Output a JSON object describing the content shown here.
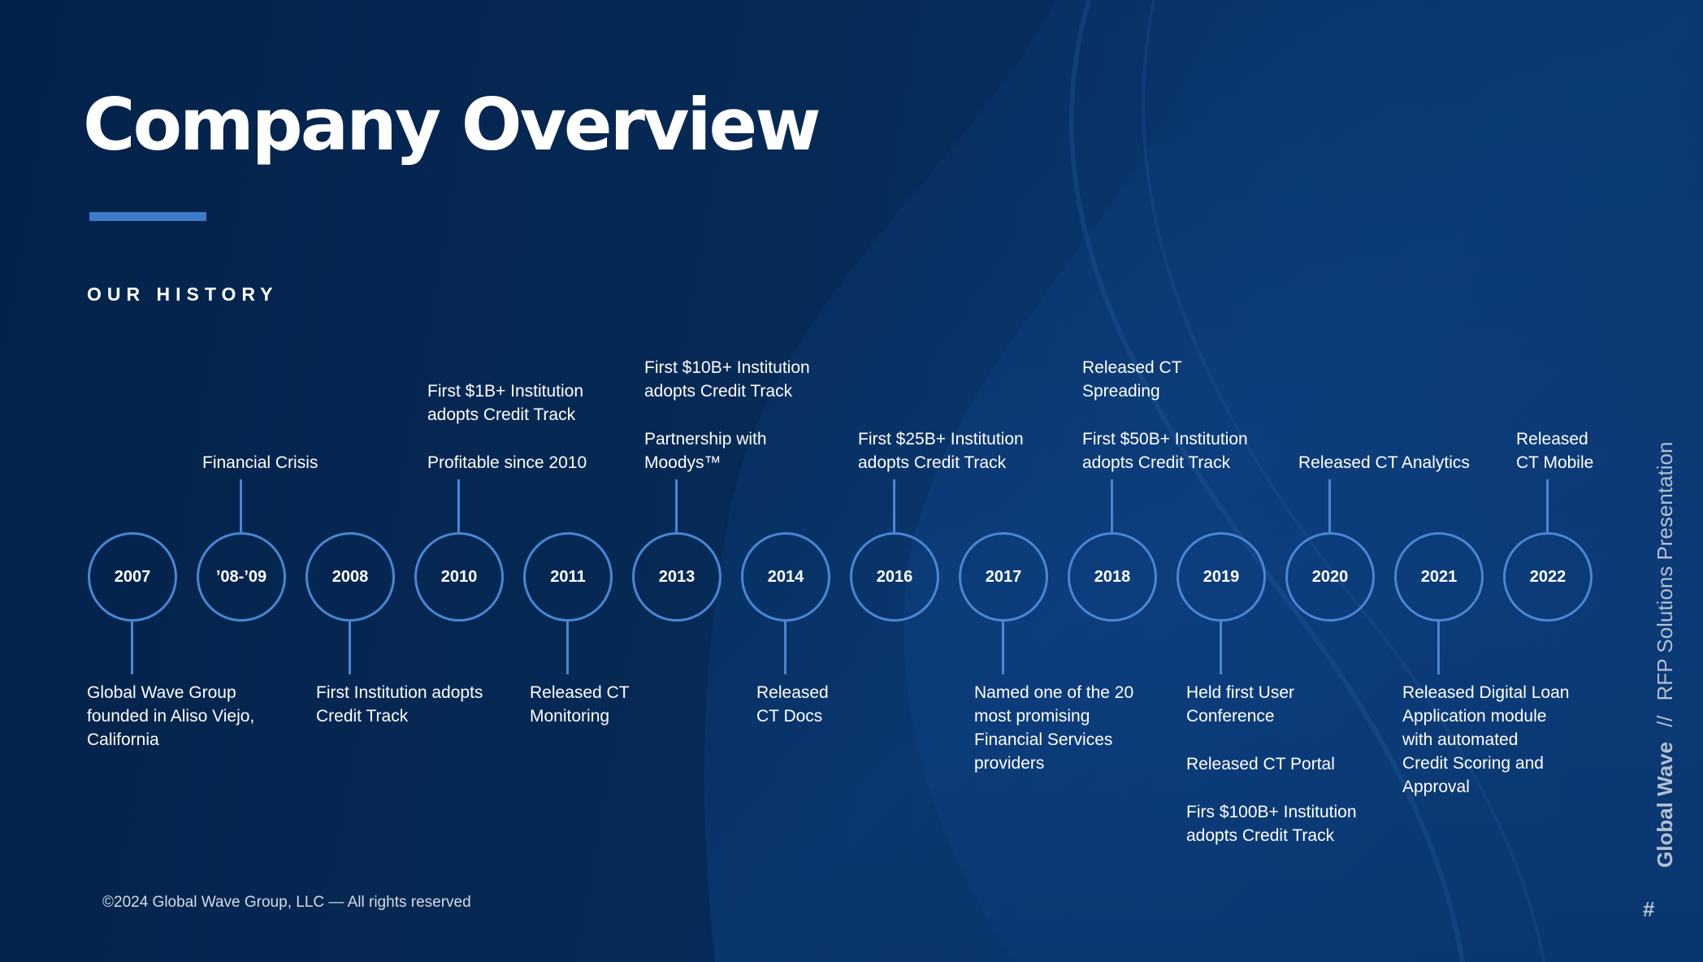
{
  "title": "Company Overview",
  "section_heading": "OUR HISTORY",
  "timeline": [
    {
      "year": "2007",
      "below": [
        "Global Wave Group\nfounded in Aliso Viejo,\nCalifornia"
      ]
    },
    {
      "year": "’08-’09",
      "above": [
        "Financial Crisis"
      ]
    },
    {
      "year": "2008",
      "below": [
        "First Institution adopts\nCredit Track"
      ]
    },
    {
      "year": "2010",
      "above": [
        "First $1B+ Institution\nadopts Credit Track",
        "Profitable since 2010"
      ]
    },
    {
      "year": "2011",
      "below": [
        "Released CT\nMonitoring"
      ]
    },
    {
      "year": "2013",
      "above": [
        "First $10B+ Institution\nadopts Credit Track",
        "Partnership with\nMoodys™"
      ]
    },
    {
      "year": "2014",
      "below": [
        "Released\nCT Docs"
      ]
    },
    {
      "year": "2016",
      "above": [
        "First $25B+ Institution\nadopts Credit Track"
      ]
    },
    {
      "year": "2017",
      "below": [
        "Named one of the 20\nmost promising\nFinancial Services\nproviders"
      ]
    },
    {
      "year": "2018",
      "above": [
        "Released CT\nSpreading",
        "First $50B+ Institution\nadopts Credit Track"
      ]
    },
    {
      "year": "2019",
      "below": [
        "Held first User\nConference",
        "Released CT Portal",
        "Firs $100B+ Institution\nadopts Credit Track"
      ]
    },
    {
      "year": "2020",
      "above": [
        "Released CT Analytics"
      ]
    },
    {
      "year": "2021",
      "below": [
        "Released Digital Loan\nApplication module\nwith automated\nCredit Scoring and\nApproval"
      ]
    },
    {
      "year": "2022",
      "above": [
        "Released\nCT Mobile"
      ]
    }
  ],
  "footer": "©2024 Global Wave Group, LLC — All rights reserved",
  "side_brand": {
    "company": "Global Wave",
    "separator": "//",
    "subtitle": "RFP Solutions Presentation"
  },
  "page_number": "#",
  "colors": {
    "background": "#062a56",
    "accent": "#3f7bcb",
    "node_outline": "#4a86d4",
    "text": "#ffffff"
  }
}
